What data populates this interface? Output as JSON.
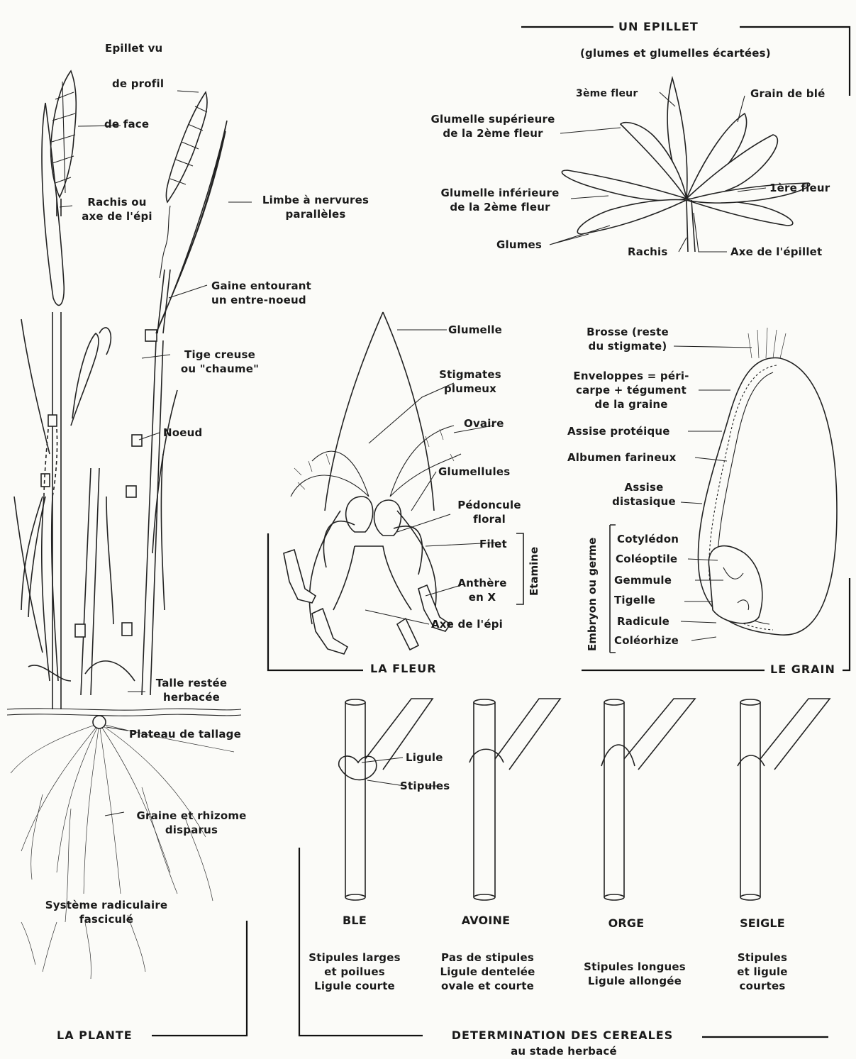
{
  "plante": {
    "title": "LA PLANTE",
    "epillet_vu": "Epillet vu",
    "de_profil": "de profil",
    "de_face": "de face",
    "rachis_1": "Rachis ou",
    "rachis_2": "axe de l'épi",
    "limbe_1": "Limbe à nervures",
    "limbe_2": "parallèles",
    "gaine_1": "Gaine entourant",
    "gaine_2": "un entre-noeud",
    "tige_1": "Tige creuse",
    "tige_2": "ou \"chaume\"",
    "noeud": "Noeud",
    "talle_1": "Talle restée",
    "talle_2": "herbacée",
    "plateau": "Plateau de tallage",
    "graine_1": "Graine et rhizome",
    "graine_2": "disparus",
    "systeme_1": "Système radiculaire",
    "systeme_2": "fasciculé"
  },
  "epillet": {
    "title": "UN EPILLET",
    "subtitle": "(glumes et glumelles écartées)",
    "fleur3": "3ème fleur",
    "grain": "Grain de blé",
    "glumelle_sup_1": "Glumelle supérieure",
    "glumelle_sup_2": "de la 2ème fleur",
    "glumelle_inf_1": "Glumelle inférieure",
    "glumelle_inf_2": "de la 2ème fleur",
    "fleur1": "1ère fleur",
    "glumes": "Glumes",
    "rachis": "Rachis",
    "axe": "Axe de l'épillet"
  },
  "fleur": {
    "title": "LA FLEUR",
    "glumelle": "Glumelle",
    "stigmates_1": "Stigmates",
    "stigmates_2": "plumeux",
    "ovaire": "Ovaire",
    "glumellules": "Glumellules",
    "pedoncule_1": "Pédoncule",
    "pedoncule_2": "floral",
    "filet": "Filet",
    "anthere_1": "Anthère",
    "anthere_2": "en X",
    "etamine": "Etamine",
    "axe": "Axe de l'épi"
  },
  "grain": {
    "title": "LE GRAIN",
    "brosse_1": "Brosse (reste",
    "brosse_2": "du stigmate)",
    "enveloppes_1": "Enveloppes = péri-",
    "enveloppes_2": "carpe + tégument",
    "enveloppes_3": "de la graine",
    "assise_prot": "Assise protéique",
    "albumen": "Albumen farineux",
    "assise_dist_1": "Assise",
    "assise_dist_2": "distasique",
    "embryon": "Embryon ou germe",
    "cotyledon": "Cotylédon",
    "coleoptile": "Coléoptile",
    "gemmule": "Gemmule",
    "tigelle": "Tigelle",
    "radicule": "Radicule",
    "coleorhize": "Coléorhize"
  },
  "determination": {
    "title": "DETERMINATION DES CEREALES",
    "subtitle": "au stade herbacé",
    "ligule": "Ligule",
    "stipules": "Stipules",
    "cereals": [
      {
        "name": "BLE",
        "desc": [
          "Stipules larges",
          "et poilues",
          "Ligule courte"
        ]
      },
      {
        "name": "AVOINE",
        "desc": [
          "Pas de stipules",
          "Ligule dentelée",
          "ovale et courte"
        ]
      },
      {
        "name": "ORGE",
        "desc": [
          "Stipules longues",
          "Ligule allongée"
        ]
      },
      {
        "name": "SEIGLE",
        "desc": [
          "Stipules",
          "et ligule",
          "courtes"
        ]
      }
    ]
  }
}
